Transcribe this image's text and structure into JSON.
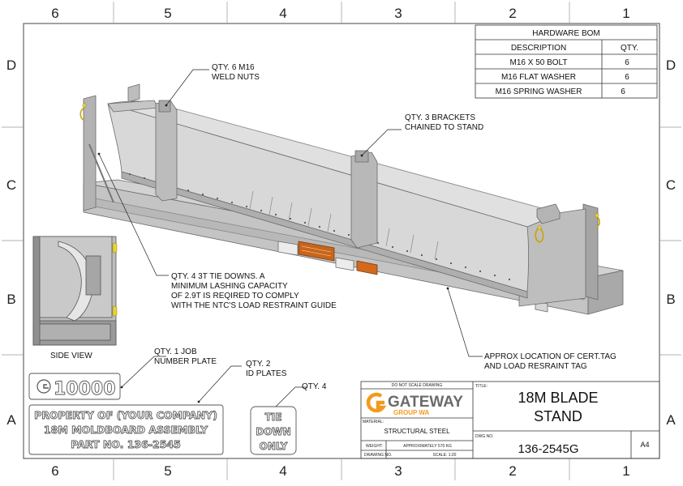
{
  "zones": {
    "columns": [
      "6",
      "5",
      "4",
      "3",
      "2",
      "1"
    ],
    "rows": [
      "D",
      "C",
      "B",
      "A"
    ]
  },
  "bom": {
    "title": "HARDWARE BOM",
    "headers": [
      "DESCRIPTION",
      "QTY."
    ],
    "rows": [
      {
        "description": "M16 X 50 BOLT",
        "qty": "6"
      },
      {
        "description": "M16 FLAT WASHER",
        "qty": "6"
      },
      {
        "description": "M16 SPRING WASHER",
        "qty": "6"
      }
    ]
  },
  "notes": {
    "weld_nuts": [
      "QTY. 6 M16",
      "WELD NUTS"
    ],
    "brackets": [
      "QTY. 3 BRACKETS",
      "CHAINED TO STAND"
    ],
    "tie_downs": [
      "QTY. 4 3T TIE DOWNS. A",
      "MINIMUM LASHING CAPACITY",
      "OF 2.9T IS REQIRED TO COMPLY",
      "WITH THE NTC'S LOAD RESTRAINT GUIDE"
    ],
    "job_plate": [
      "QTY. 1 JOB",
      "NUMBER PLATE"
    ],
    "id_plates": [
      "QTY. 2",
      "ID PLATES"
    ],
    "qty4": "QTY. 4",
    "cert_tag": [
      "APPROX LOCATION OF CERT.TAG",
      "AND LOAD RESRAINT TAG"
    ]
  },
  "side_view_label": "SIDE VIEW",
  "plates": {
    "job_number": "10000",
    "id_lines": [
      "PROPERTY OF (YOUR COMPANY)",
      "18M MOLDBOARD ASSEMBLY",
      "PART NO. 136-2545"
    ],
    "tie_down_lines": [
      "TIE",
      "DOWN",
      "ONLY"
    ]
  },
  "title_block": {
    "do_not_scale": "DO NOT SCALE DRAWING",
    "title_label": "TITLE:",
    "title_lines": [
      "18M BLADE",
      "STAND"
    ],
    "company": "GATEWAY",
    "company_sub": "GROUP WA",
    "material_label": "MATERIAL:",
    "material": "STRUCTURAL STEEL",
    "dwg_no_label": "DWG NO.",
    "dwg_no": "136-2545G",
    "size": "A4",
    "weight_label": "WEIGHT:",
    "weight": "APPROXIMATELY 570 KG",
    "drawing_no_label": "DRAWING NO.",
    "scale": "SCALE: 1:20"
  },
  "colors": {
    "steel": "#c9c9c9",
    "steel_dark": "#8d8d8d",
    "blade": "#dcdcdc",
    "brand_orange": "#f29a1f",
    "brand_gray": "#6b6b6b",
    "shackle_yellow": "#e8d23a"
  }
}
